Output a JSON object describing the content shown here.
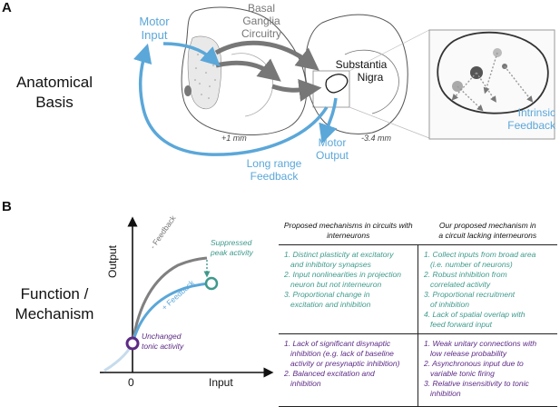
{
  "panel_a": {
    "letter": "A",
    "row_label": [
      "Anatomical",
      "Basis"
    ],
    "motor_input": [
      "Motor",
      "Input"
    ],
    "basal_ganglia": [
      "Basal",
      "Ganglia",
      "Circuitry"
    ],
    "substantia_nigra": [
      "Substantia",
      "Nigra"
    ],
    "motor_output": [
      "Motor",
      "Output"
    ],
    "long_range_feedback": [
      "Long range",
      "Feedback"
    ],
    "intrinsic_feedback": [
      "Intrinsic",
      "Feedback"
    ],
    "scale_left": "+1 mm",
    "scale_right": "-3.4 mm"
  },
  "panel_b": {
    "letter": "B",
    "row_label": [
      "Function /",
      "Mechanism"
    ],
    "y_axis": "Output",
    "x_axis": "Input",
    "x_zero": "0",
    "minus_feedback": "- Feedback",
    "plus_feedback": "+ Feedback",
    "suppressed": [
      "Suppressed",
      "peak activity"
    ],
    "unchanged": [
      "Unchanged",
      "tonic activity"
    ]
  },
  "table": {
    "headers": [
      [
        "Proposed mechanisms in circuits with",
        "interneurons"
      ],
      [
        "Our proposed mechanism in",
        "a circuit lacking interneurons"
      ]
    ],
    "row1": {
      "left": [
        "1. Distinct plasticity at excitatory",
        "and inhibitory synapses",
        "2. Input nonlinearities in projection",
        "neuron but not interneuron",
        "3. Proportional change in",
        "excitation and inhibition"
      ],
      "right": [
        "1. Collect inputs from broad area",
        "(i.e. number of neurons)",
        "2. Robust inhibition from",
        "correlated activity",
        "3. Proportional recruitment",
        "of inhibition",
        "4. Lack of spatial overlap with",
        "feed forward input"
      ]
    },
    "row2": {
      "left": [
        "1. Lack of significant disynaptic",
        "inhibition (e.g. lack of baseline",
        "activity or presynaptic inhibition)",
        "2. Balanced excitation and",
        "inhibition"
      ],
      "right": [
        "1. Weak unitary connections with",
        "low release probability",
        "2. Asynchronous input due to",
        "variable tonic firing",
        "3. Relative insensitivity to tonic",
        "inhibition"
      ]
    }
  },
  "colors": {
    "blue": "#5ba7d9",
    "gray": "#808080",
    "teal": "#3e9a8c",
    "purple": "#5c2a85"
  }
}
